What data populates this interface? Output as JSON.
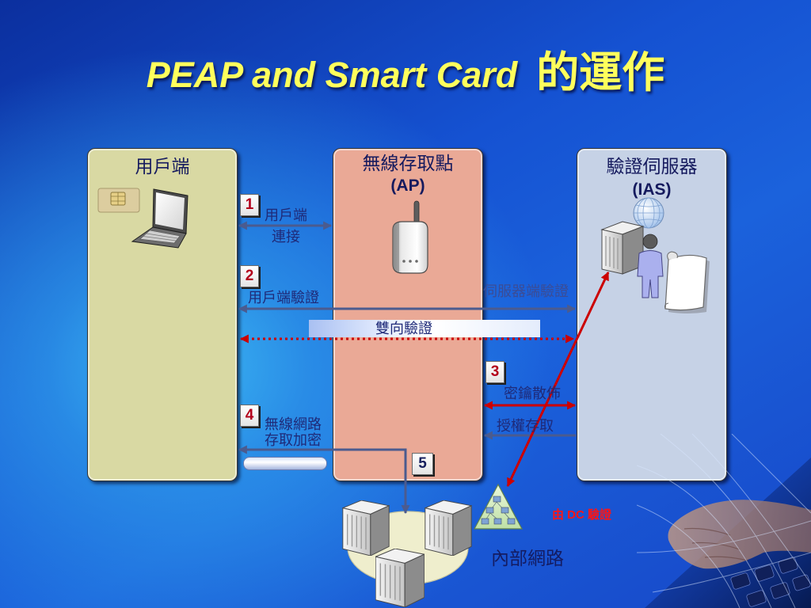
{
  "slide": {
    "title_part1": "PEAP and Smart Card",
    "title_part2": "的運作"
  },
  "columns": {
    "client": {
      "title": "用戶端"
    },
    "access_point": {
      "title": "無線存取點",
      "subtitle": "(AP)"
    },
    "auth_server": {
      "title": "驗證伺服器",
      "subtitle": "(IAS)"
    }
  },
  "steps": [
    {
      "number": "1",
      "label_lines": [
        "用戶端",
        "連接"
      ]
    },
    {
      "number": "2",
      "client_auth_label": "用戶端驗證",
      "server_auth_label": "伺服器端驗證",
      "mutual_auth_label": "雙向驗證"
    },
    {
      "number": "3",
      "key_distribution_label": "密鑰散佈",
      "authorized_access_label": "授權存取"
    },
    {
      "number": "4",
      "label_lines": [
        "無線網路",
        "存取加密"
      ]
    },
    {
      "number": "5"
    }
  ],
  "internal_network": {
    "label": "內部網路",
    "dc_auth_label": "由 DC 驗證"
  },
  "icons": {
    "smart_card": "smart-card-icon",
    "laptop": "laptop-icon",
    "access_point": "wireless-access-point-icon",
    "globe": "globe-icon",
    "auth_server": "server-tower-icon",
    "administrator": "person-icon",
    "certificate": "document-scroll-icon",
    "network_servers": "server-tower-icon",
    "domain_controller": "network-triangle-icon",
    "decoration": "keyboard-hands-image"
  },
  "colors": {
    "title": "#ffff5c",
    "step_number": "#b3001b",
    "red_arrow": "#cc0000",
    "blue_arrow": "#4b5b8f",
    "dc_label": "#ff1414",
    "client_panel": "#d9d9a3",
    "ap_panel": "#eaa996",
    "server_panel": "#c6d2e6"
  }
}
